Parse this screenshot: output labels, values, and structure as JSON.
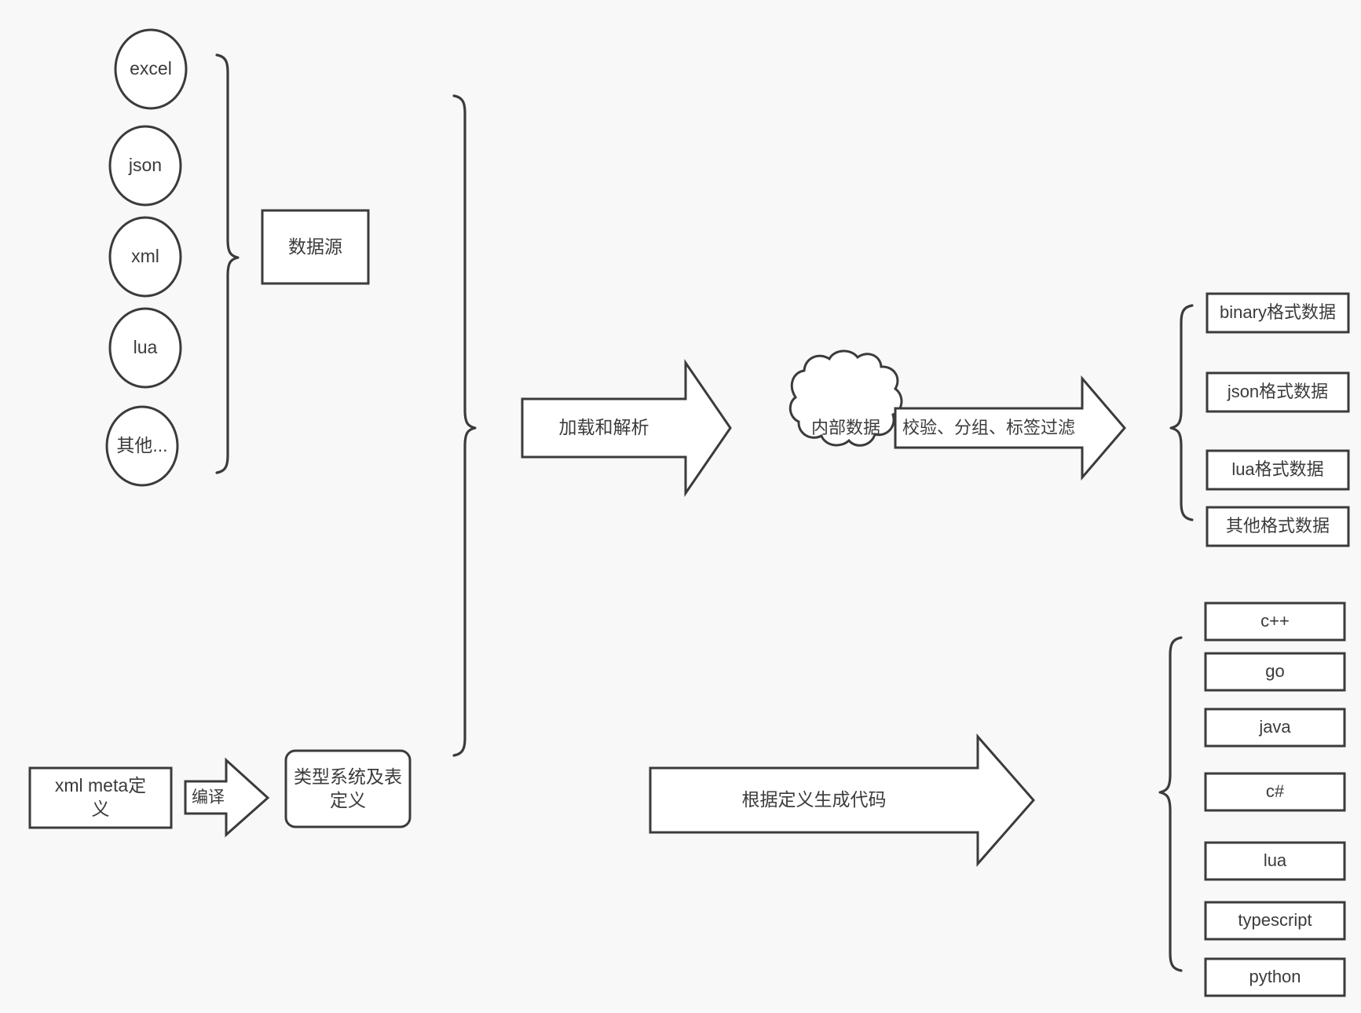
{
  "diagram": {
    "title_hidden": "",
    "background": "#f8f8f8",
    "stroke": "#3b3b3b",
    "fill": "#ffffff",
    "text_color": "#3b3b3b"
  },
  "sources": {
    "group_label": "数据源",
    "items": [
      {
        "label": "excel"
      },
      {
        "label": "json"
      },
      {
        "label": "xml"
      },
      {
        "label": "lua"
      },
      {
        "label": "其他..."
      }
    ]
  },
  "meta": {
    "input_box": "xml meta定\n义",
    "compile_arrow": "编译",
    "type_system_box": "类型系统及表\n定义"
  },
  "pipeline": {
    "load_parse_arrow": "加载和解析",
    "internal_data_cloud": "内部数据",
    "validate_arrow": "校验、分组、标签过滤",
    "codegen_arrow": "根据定义生成代码"
  },
  "outputs": {
    "data_formats": [
      {
        "label": "binary格式数据"
      },
      {
        "label": "json格式数据"
      },
      {
        "label": "lua格式数据"
      },
      {
        "label": "其他格式数据"
      }
    ],
    "languages": [
      {
        "label": "c++"
      },
      {
        "label": "go"
      },
      {
        "label": "java"
      },
      {
        "label": "c#"
      },
      {
        "label": "lua"
      },
      {
        "label": "typescript"
      },
      {
        "label": "python"
      }
    ]
  }
}
